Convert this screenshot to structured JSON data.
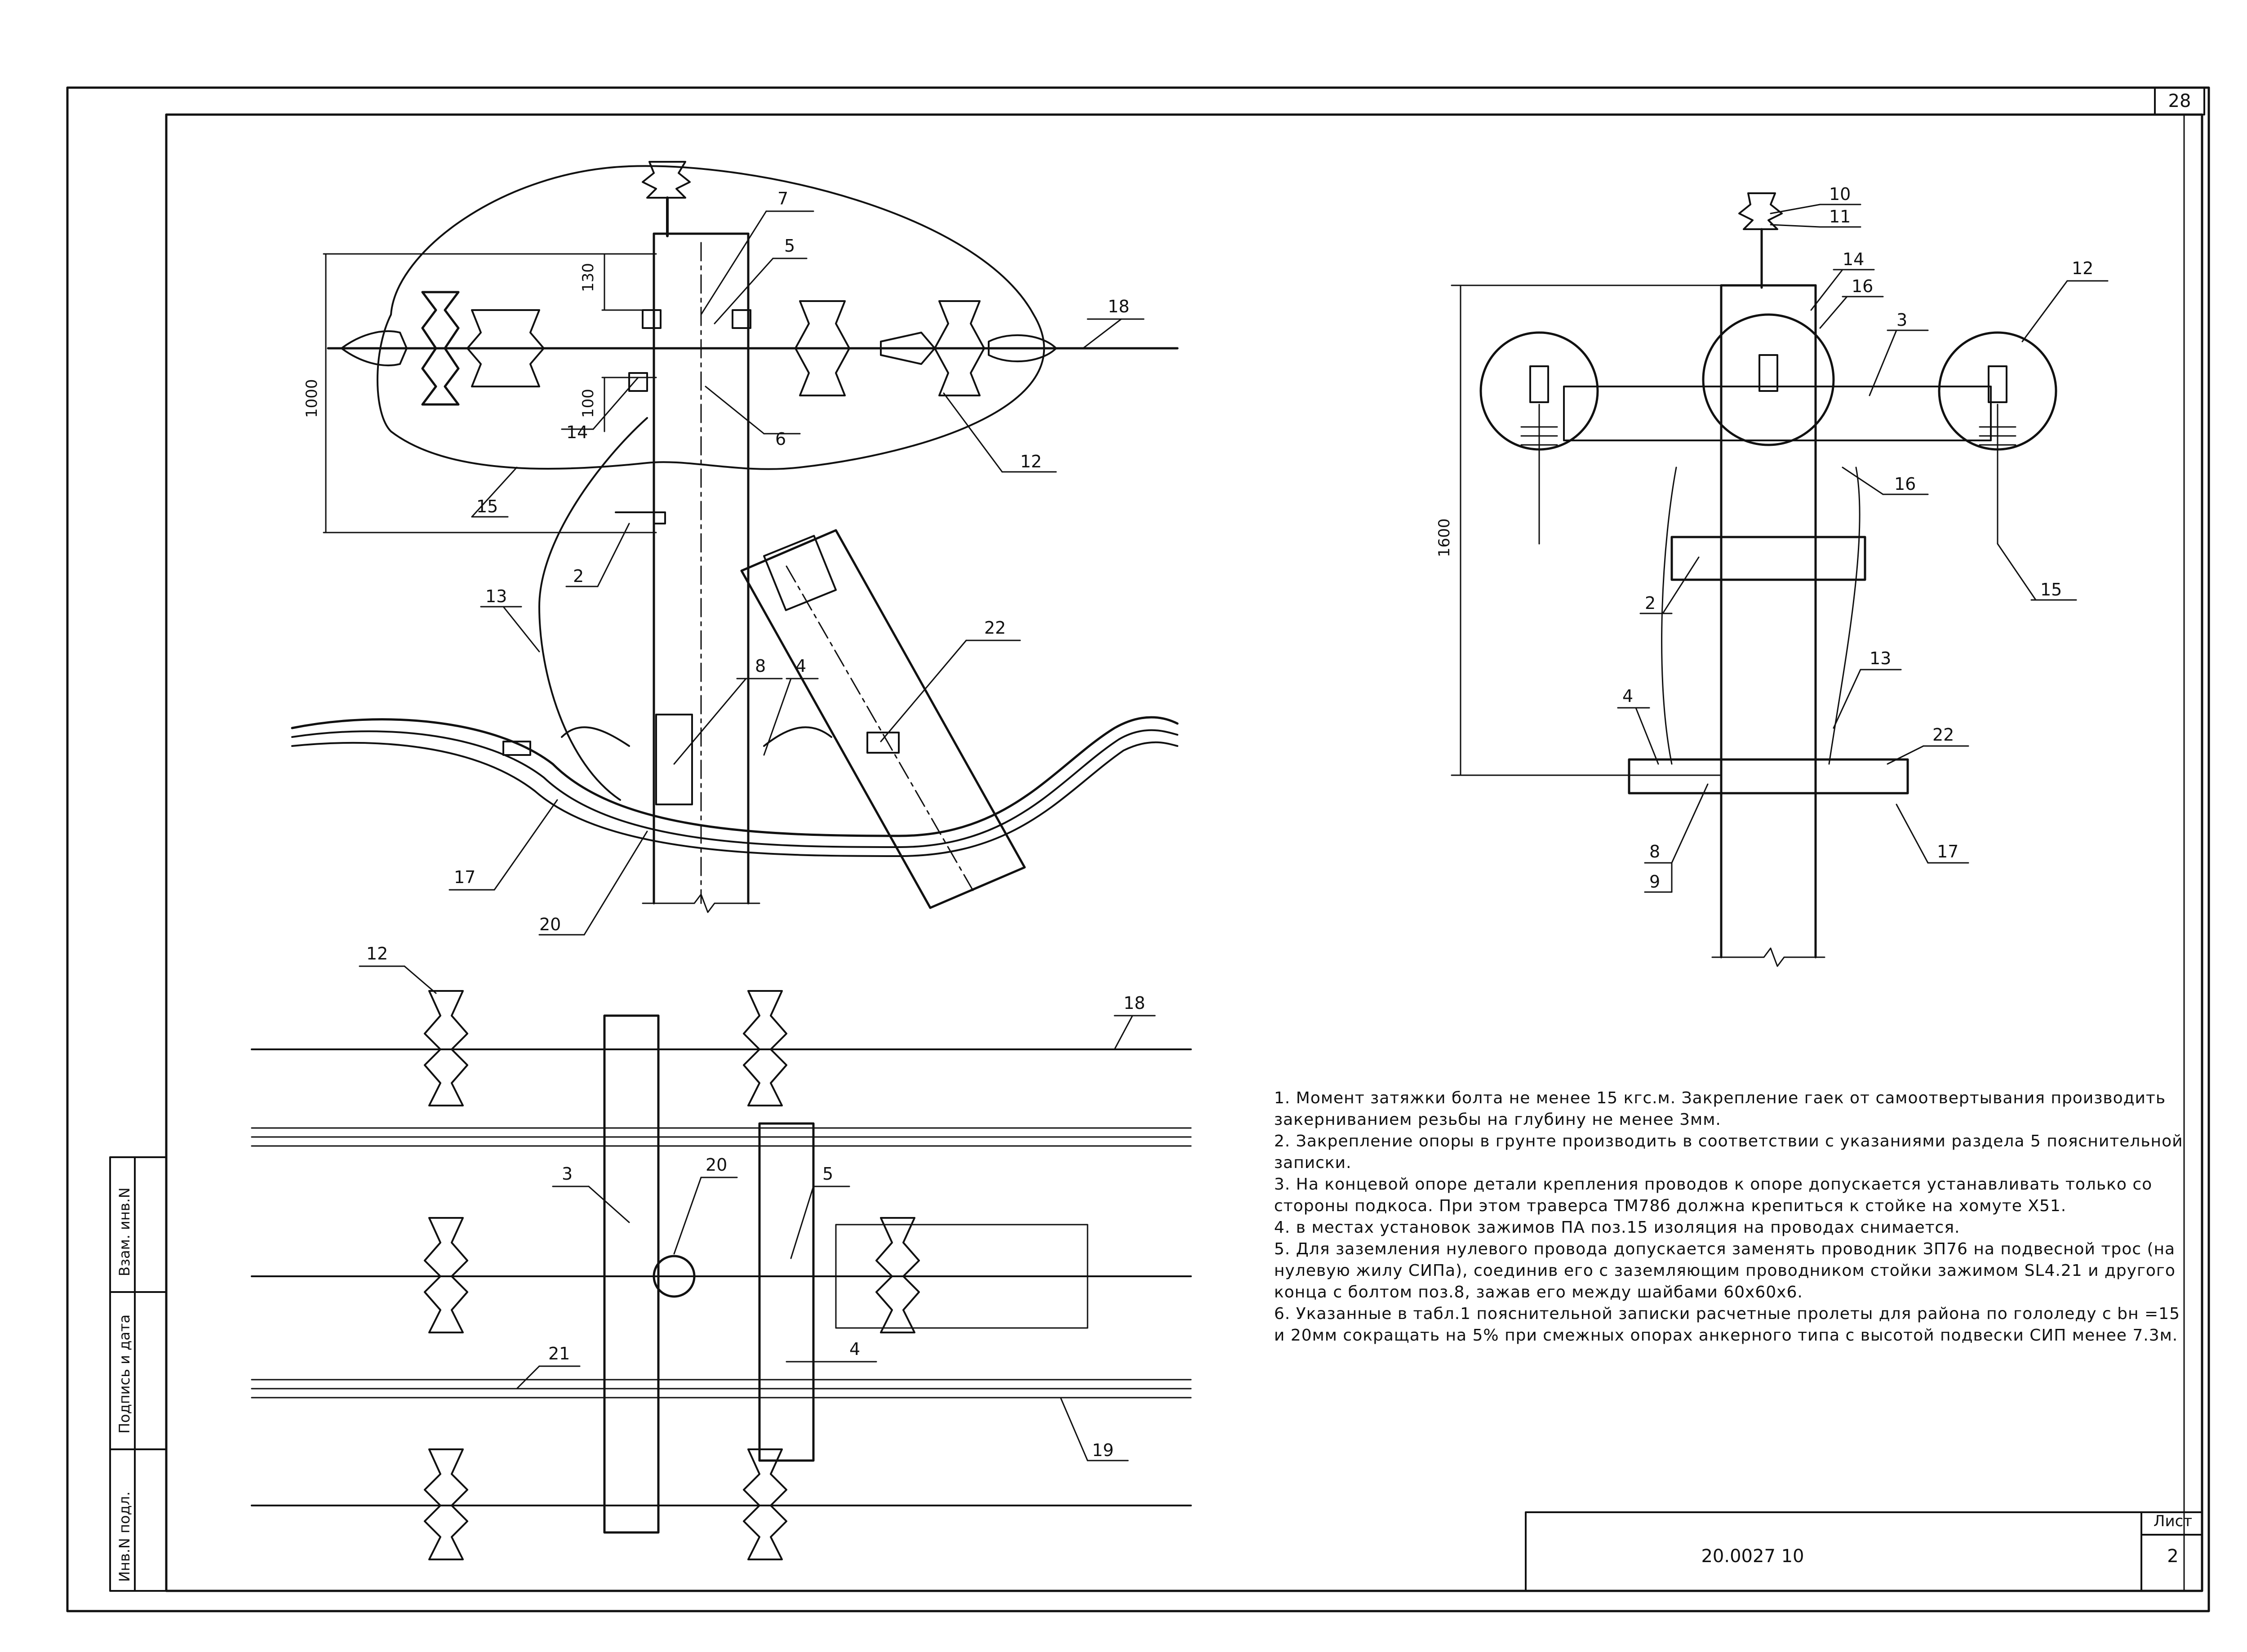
{
  "sheet": {
    "corner_number": "28",
    "stamp_code": "20.0027 10",
    "stamp_list_label": "Лист",
    "stamp_sheet_number": "2"
  },
  "side_column": {
    "labels": [
      "Взам. инв.N",
      "Подпись и дата",
      "Инв.N подл."
    ]
  },
  "dimensions": {
    "front_130": "130",
    "front_100": "100",
    "front_1000": "1000",
    "side_1600": "1600"
  },
  "callouts": {
    "front": [
      "7",
      "5",
      "18",
      "14",
      "6",
      "12",
      "15",
      "2",
      "13",
      "8",
      "4",
      "22",
      "17",
      "20"
    ],
    "side": [
      "10",
      "11",
      "12",
      "14",
      "16",
      "3",
      "16",
      "2",
      "15",
      "13",
      "4",
      "22",
      "8",
      "9",
      "17"
    ],
    "plan": [
      "12",
      "18",
      "3",
      "20",
      "5",
      "21",
      "4",
      "19"
    ]
  },
  "notes": [
    "1. Момент затяжки болта не менее 15 кгс.м. Закрепление гаек от самоотвертывания производить закерниванием резьбы на глубину не менее 3мм.",
    "2. Закрепление опоры в грунте производить в соответствии с указаниями раздела 5 пояснительной записки.",
    "3. На концевой опоре детали крепления проводов к опоре допускается устанавливать только со стороны подкоса. При этом траверса ТМ78б должна крепиться к стойке на хомуте Х51.",
    "4. в местах установок зажимов ПА поз.15 изоляция на проводах снимается.",
    "5. Для заземления нулевого провода допускается заменять проводник ЗП76 на подвесной трос (на нулевую жилу СИПа), соединив его с заземляющим проводником стойки зажимом SL4.21 и другого конца с болтом поз.8, зажав его между шайбами 60х60х6.",
    "6. Указанные в табл.1 пояснительной записки расчетные пролеты для района по гололеду с bн =15 и 20мм сокращать на 5% при смежных опорах анкерного типа с высотой подвески СИП менее 7.3м."
  ]
}
